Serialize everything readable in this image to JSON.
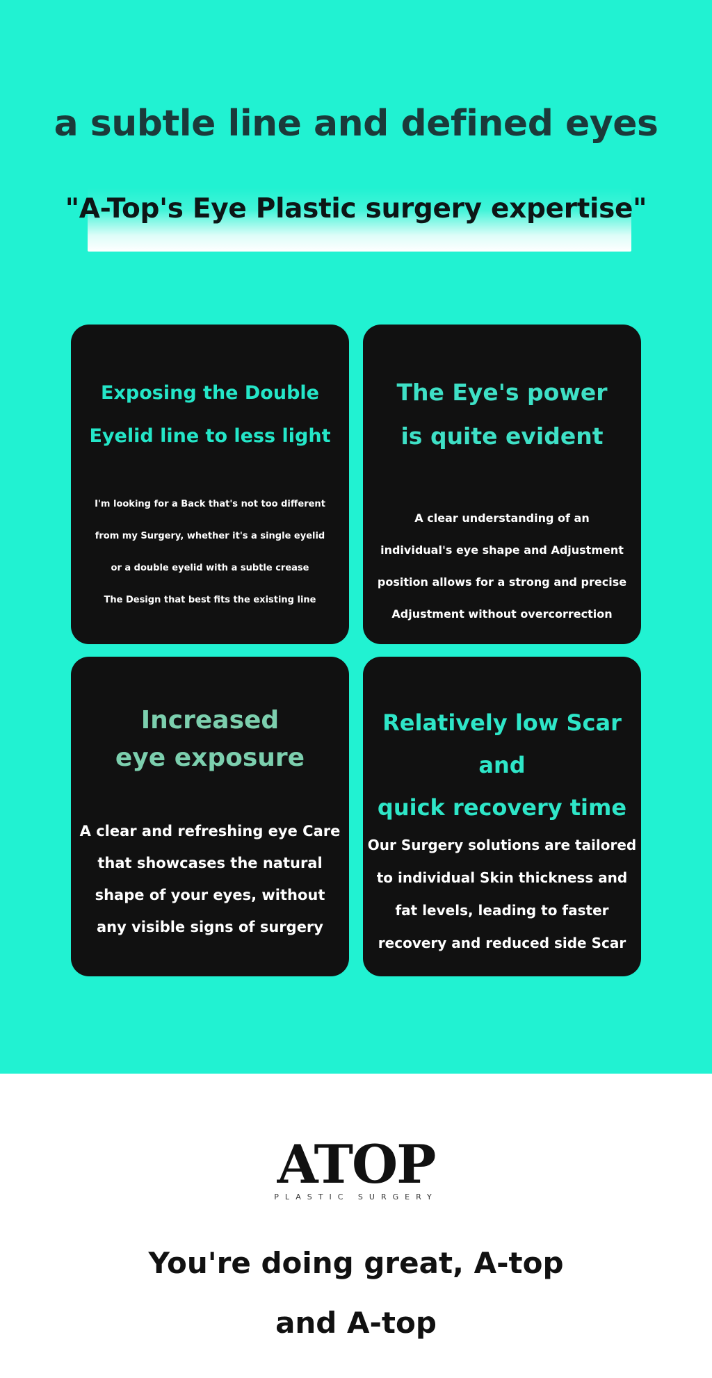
{
  "hero": {
    "headline": "a subtle line and defined eyes",
    "subline": "\"A-Top's Eye Plastic surgery expertise\""
  },
  "cards": [
    {
      "title_lines": [
        "Exposing the Double",
        "Eyelid line to less light"
      ],
      "body_lines": [
        "I'm looking for a Back that's not too different",
        "from my Surgery, whether it's a single eyelid",
        "or a double eyelid with a subtle crease",
        "The Design that best fits the existing line"
      ]
    },
    {
      "title_lines": [
        "The Eye's power",
        "is quite evident"
      ],
      "body_lines": [
        "A clear understanding of an",
        "individual's eye shape and Adjustment",
        "position allows for a strong and precise",
        "Adjustment without overcorrection"
      ]
    },
    {
      "title_lines": [
        "Increased",
        "eye exposure"
      ],
      "body_lines": [
        "A clear and refreshing eye Care",
        "that showcases the natural",
        "shape of your eyes, without",
        "any visible signs of surgery"
      ]
    },
    {
      "title_lines": [
        "Relatively low Scar and",
        "quick recovery time"
      ],
      "body_lines": [
        "Our Surgery solutions are tailored",
        "to individual Skin thickness and",
        "fat levels, leading to faster",
        "recovery and reduced side Scar"
      ]
    }
  ],
  "footer": {
    "logo_main": "ATOP",
    "logo_sub": "PLASTIC SURGERY",
    "closing_lines": [
      "You're doing great, A-top",
      "and A-top"
    ]
  }
}
